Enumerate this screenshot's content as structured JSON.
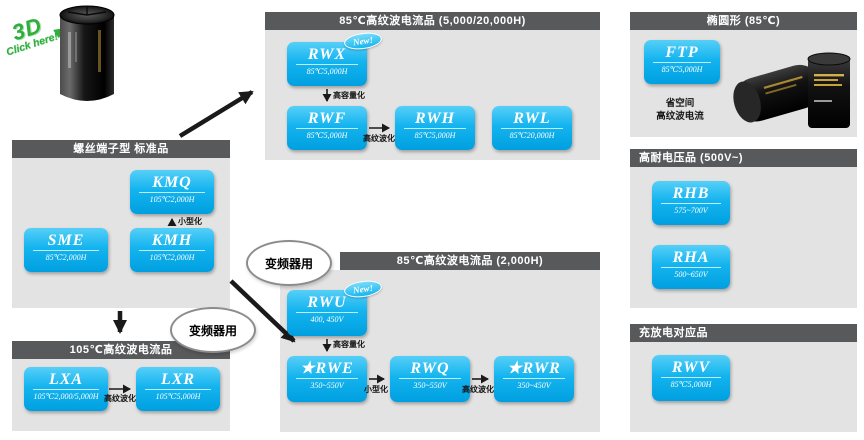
{
  "badge_new": "New!",
  "logo": {
    "l1": "3D",
    "l2": "Click here!"
  },
  "bubble1": "变频器用",
  "bubble2": "变频器用",
  "std": {
    "title": "螺丝端子型 标准品",
    "kmq": {
      "name": "KMQ",
      "spec": "105℃2,000H"
    },
    "sme": {
      "name": "SME",
      "spec": "85℃2,000H"
    },
    "kmh": {
      "name": "KMH",
      "spec": "105℃2,000H"
    },
    "lbl_miniature": "小型化"
  },
  "r105": {
    "title": "105℃高纹波电流品",
    "lxa": {
      "name": "LXA",
      "spec": "105℃2,000/5,000H"
    },
    "lxr": {
      "name": "LXR",
      "spec": "105℃5,000H"
    },
    "lbl_ripple": "高纹波化"
  },
  "r85l": {
    "title": "85℃高纹波电流品 (5,000/20,000H)",
    "rwx": {
      "name": "RWX",
      "spec": "85℃5,000H"
    },
    "rwf": {
      "name": "RWF",
      "spec": "85℃5,000H"
    },
    "rwh": {
      "name": "RWH",
      "spec": "85℃5,000H"
    },
    "rwl": {
      "name": "RWL",
      "spec": "85℃20,000H"
    },
    "lbl_capacity": "高容量化",
    "lbl_ripple": "高纹波化"
  },
  "r85s": {
    "title": "85℃高纹波电流品 (2,000H)",
    "rwu": {
      "name": "RWU",
      "spec": "400, 450V"
    },
    "rwe": {
      "name": "★RWE",
      "spec": "350~550V"
    },
    "rwq": {
      "name": "RWQ",
      "spec": "350~550V"
    },
    "rwr": {
      "name": "★RWR",
      "spec": "350~450V"
    },
    "lbl_capacity": "高容量化",
    "lbl_mini": "小型化",
    "lbl_ripple": "高纹波化"
  },
  "oval": {
    "title": "椭圆形 (85℃)",
    "ftp": {
      "name": "FTP",
      "spec": "85℃5,000H"
    },
    "note1": "省空间",
    "note2": "高纹波电流"
  },
  "hv": {
    "title": "高耐电压品 (500V~)",
    "rhb": {
      "name": "RHB",
      "spec": "575~700V"
    },
    "rha": {
      "name": "RHA",
      "spec": "500~650V"
    }
  },
  "cd": {
    "title": "充放电对应品",
    "rwv": {
      "name": "RWV",
      "spec": "85℃5,000H"
    }
  }
}
